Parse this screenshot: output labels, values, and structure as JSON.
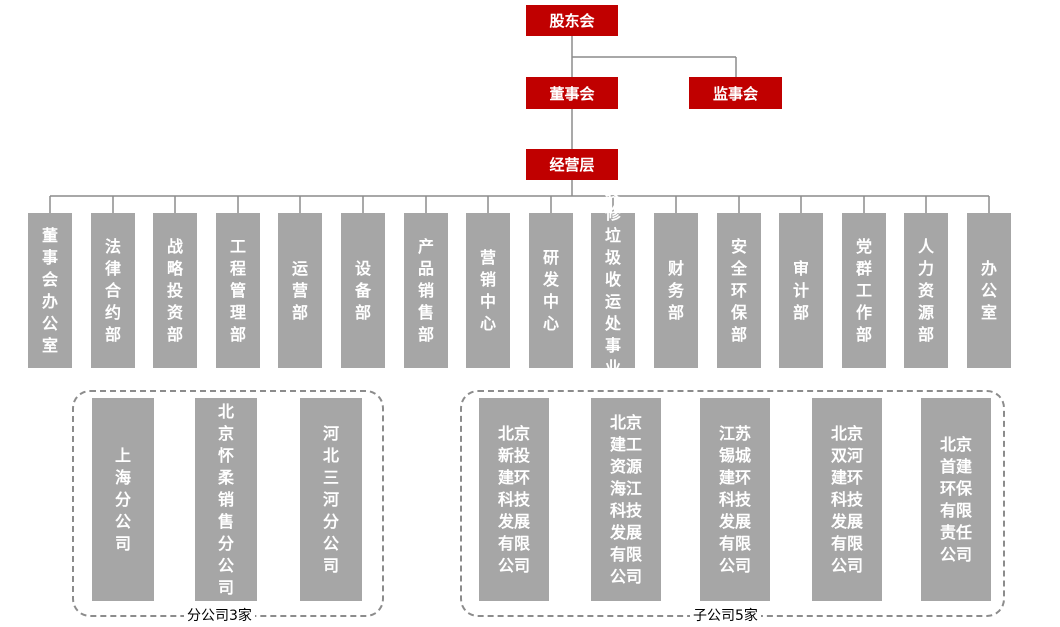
{
  "top": {
    "shareholders": "股东会",
    "board": "董事会",
    "supervisors": "监事会",
    "management": "经营层"
  },
  "departments": [
    "董事会办公室",
    "法律合约部",
    "战略投资部",
    "工程管理部",
    "运营部",
    "设备部",
    "产品销售部",
    "营销中心",
    "研发中心",
    "装修垃圾收运处事业部",
    "财务部",
    "安全环保部",
    "审计部",
    "党群工作部",
    "人力资源部",
    "办公室"
  ],
  "branches": {
    "caption": "分公司3家",
    "items": [
      "上海分公司",
      "北京怀柔销售分公司",
      "河北三河分公司"
    ]
  },
  "subsidiaries": {
    "caption": "子公司5家",
    "items": [
      "北京新投建环科技发展有限公司",
      "北京建工资源海江科技发展有限公司",
      "江苏锡城建环科技发展有限公司",
      "北京双河建环科技发展有限公司",
      "北京首建环保有限责任公司"
    ]
  }
}
